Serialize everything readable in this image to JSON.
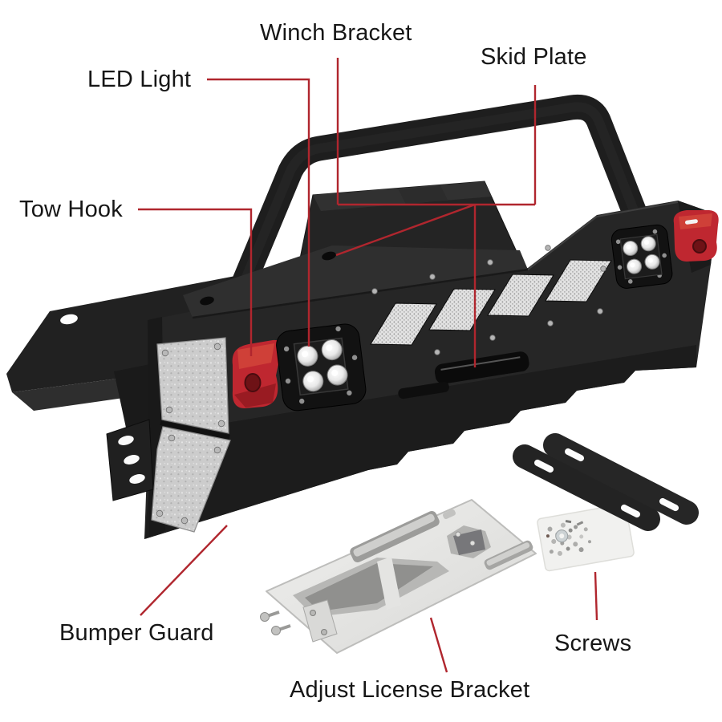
{
  "diagram": {
    "labels": {
      "winch_bracket": "Winch Bracket",
      "skid_plate": "Skid Plate",
      "led_light": "LED Light",
      "tow_hook": "Tow Hook",
      "bumper_guard": "Bumper Guard",
      "adjust_license_bracket": "Adjust License Bracket",
      "screws": "Screws"
    },
    "colors": {
      "background": "#ffffff",
      "leader_line": "#b0262e",
      "label_text": "#161616",
      "bumper_body": "#242424",
      "tow_hook_red": "#bf2730",
      "metal_plate": "#cfcfcf",
      "mesh_cutout": "#e2e2e2"
    }
  }
}
